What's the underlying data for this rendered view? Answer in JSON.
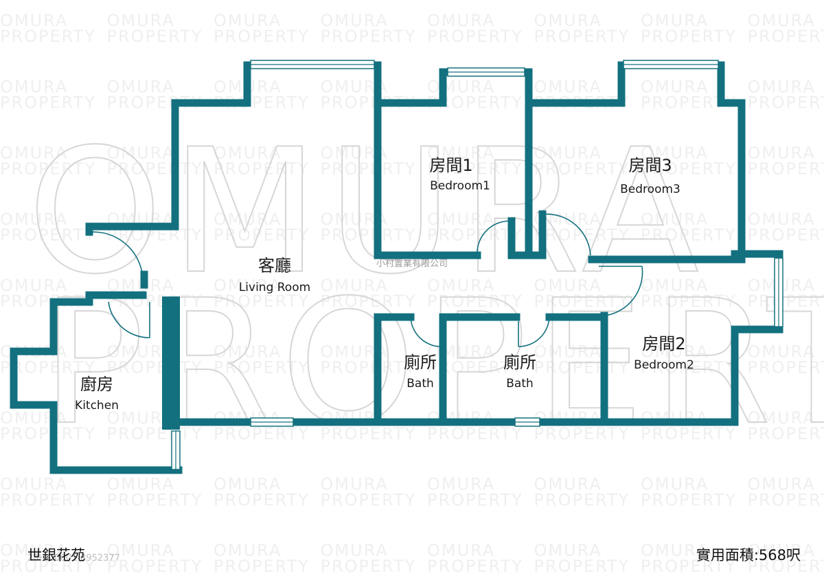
{
  "watermark": {
    "small_line1": "OMURA",
    "small_line2": "PROPERTY",
    "big_line1": "OMURA",
    "big_line2": "PROPERTY"
  },
  "company": "小村置業有限公司",
  "rooms": {
    "living": {
      "zh": "客廳",
      "en": "Living Room"
    },
    "bedroom1": {
      "zh": "房間1",
      "en": "Bedroom1"
    },
    "bedroom3": {
      "zh": "房間3",
      "en": "Bedroom3"
    },
    "bedroom2": {
      "zh": "房間2",
      "en": "Bedroom2"
    },
    "bath1": {
      "zh": "廁所",
      "en": "Bath"
    },
    "bath2": {
      "zh": "廁所",
      "en": "Bath"
    },
    "kitchen": {
      "zh": "廚房",
      "en": "Kitchen"
    }
  },
  "footer": {
    "estate_name": "世銀花苑",
    "unit_code": "28H1-0001-8952377",
    "area": "實用面積:568呎"
  },
  "colors": {
    "wall": "#13707f"
  }
}
